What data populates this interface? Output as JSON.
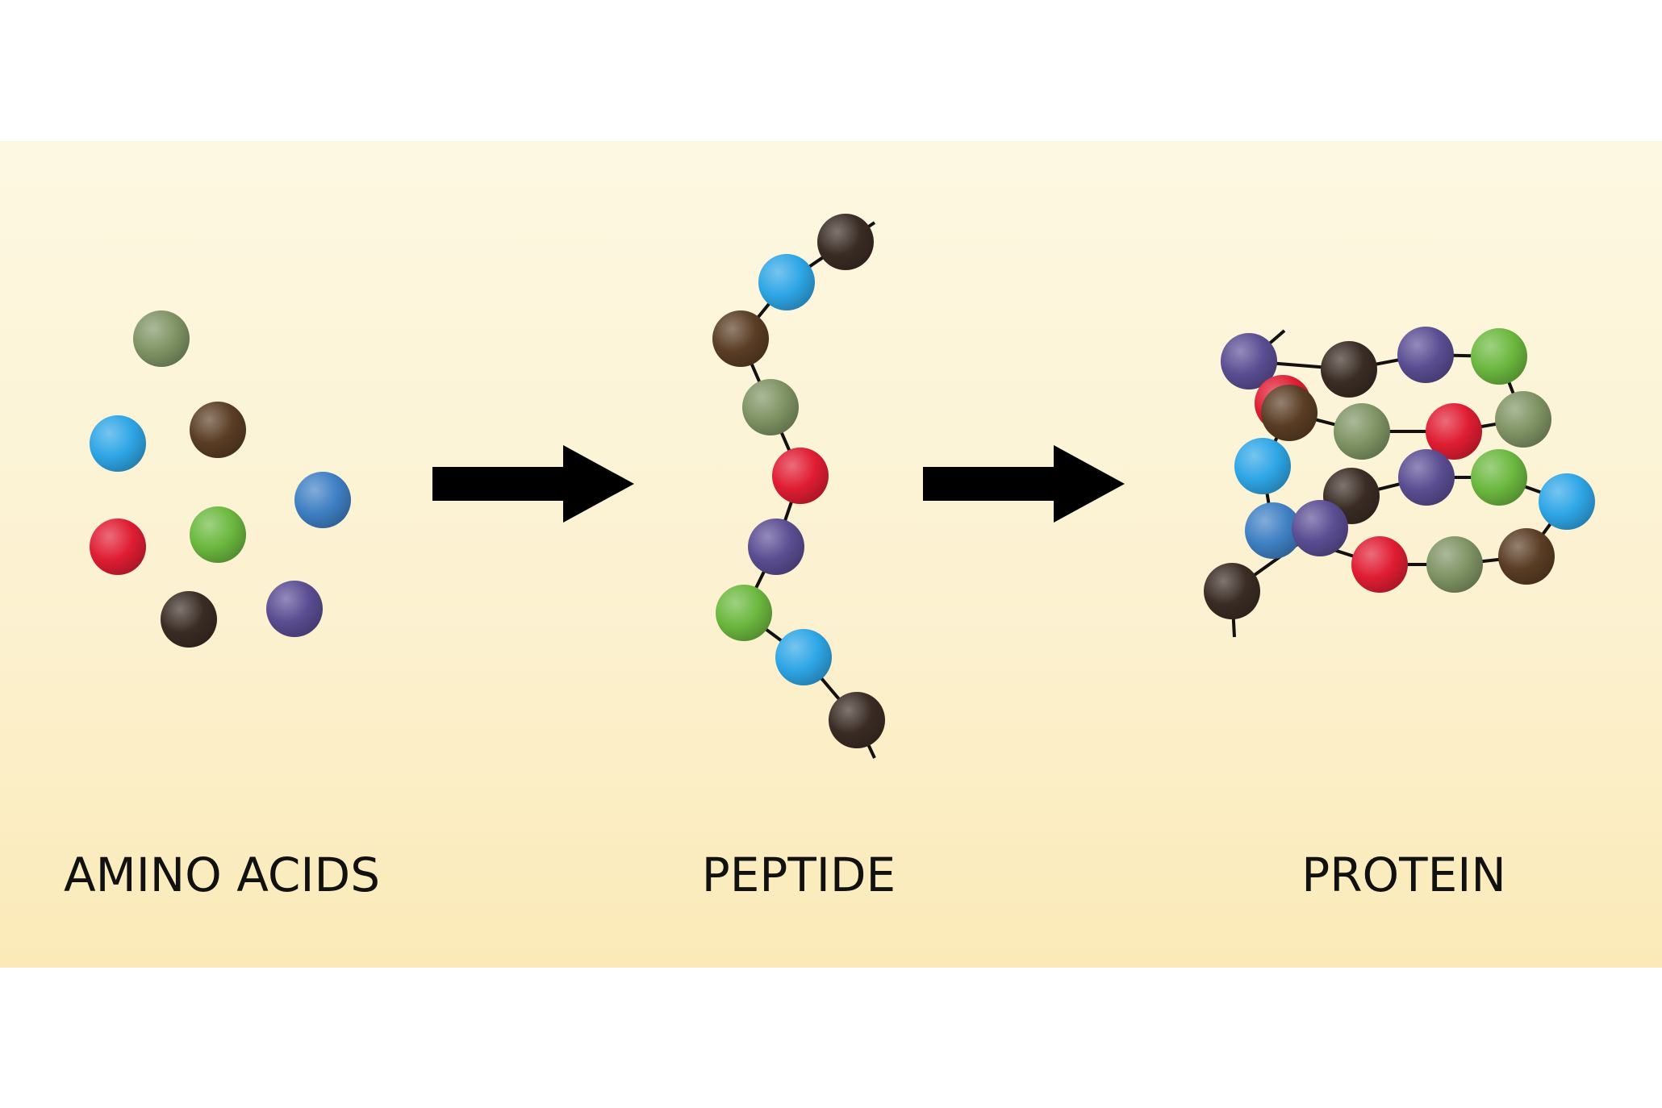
{
  "labels": {
    "amino_acids": "AMINO ACIDS",
    "peptide": "PEPTIDE",
    "protein": "PROTEIN"
  },
  "colors": {
    "olive": "#7f9464",
    "blue": "#2ea6e6",
    "brown": "#5a3d24",
    "steelblue": "#3f80c4",
    "red": "#e01d33",
    "green": "#6cb83f",
    "darkbrown": "#3a2c24",
    "purple": "#5b4d93",
    "arrow": "#000000",
    "line": "#111111"
  },
  "amino_acids": [
    "olive",
    "blue",
    "brown",
    "steelblue",
    "red",
    "green",
    "darkbrown",
    "purple"
  ],
  "peptide_chain": [
    "darkbrown",
    "blue",
    "brown",
    "olive",
    "red",
    "purple",
    "green",
    "blue",
    "darkbrown"
  ],
  "protein_beads": [
    "purple",
    "red",
    "brown",
    "darkbrown",
    "purple",
    "green",
    "olive",
    "red",
    "olive",
    "blue",
    "darkbrown",
    "purple",
    "green",
    "blue",
    "steelblue",
    "purple",
    "red",
    "olive",
    "brown",
    "darkbrown"
  ]
}
